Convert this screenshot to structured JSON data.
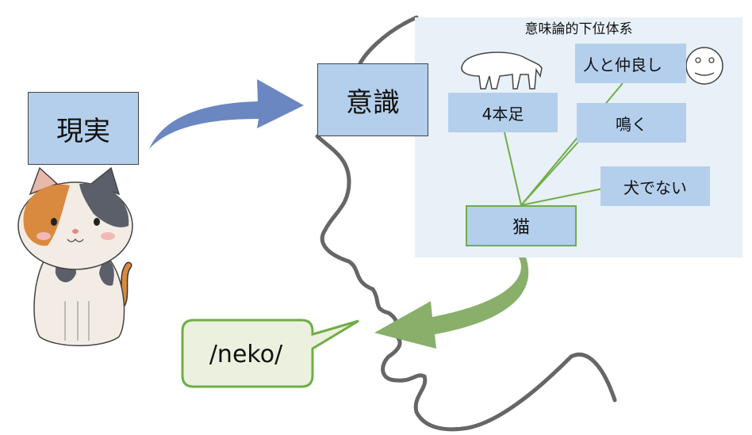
{
  "labels": {
    "reality": "現実",
    "consciousness": "意識",
    "panel_title": "意味論的下位体系",
    "feature_four_legs": "4本足",
    "feature_friendly": "人と仲良し",
    "feature_meows": "鳴く",
    "feature_not_dog": "犬でない",
    "concept_cat": "猫",
    "utterance": "/neko/"
  },
  "colors": {
    "box_fill": "#b4cfec",
    "panel_fill": "#e8f0f8",
    "arrow_blue": "#6a87c1",
    "arrow_green": "#88b06a",
    "link_green": "#70ad47",
    "profile_line": "#666666"
  }
}
